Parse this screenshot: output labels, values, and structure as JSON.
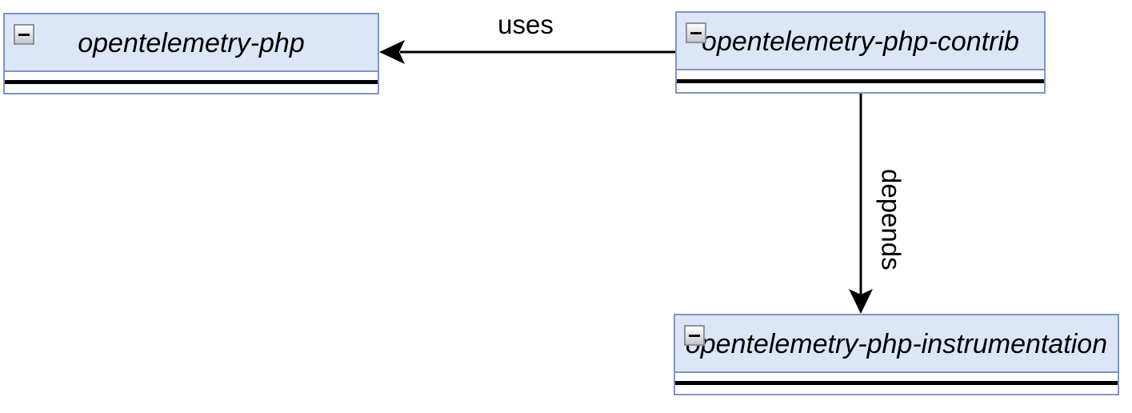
{
  "diagram": {
    "type": "package-dependency-diagram",
    "nodes": [
      {
        "label": "opentelemetry-php",
        "collapse_icon": "minus-icon",
        "collapsed": false
      },
      {
        "label": "opentelemetry-php-contrib",
        "collapse_icon": "minus-icon",
        "collapsed": false
      },
      {
        "label": "opentelemetry-php-instrumentation",
        "collapse_icon": "minus-icon",
        "collapsed": false
      }
    ],
    "edges": [
      {
        "label": "uses",
        "from": "opentelemetry-php-contrib",
        "to": "opentelemetry-php",
        "direction": "left"
      },
      {
        "label": "depends",
        "from": "opentelemetry-php-contrib",
        "to": "opentelemetry-php-instrumentation",
        "direction": "down"
      }
    ],
    "colors": {
      "background": "#ffffff",
      "node_fill": "#dce6f7",
      "node_border": "#8095c2",
      "edge_color": "#000000"
    }
  }
}
